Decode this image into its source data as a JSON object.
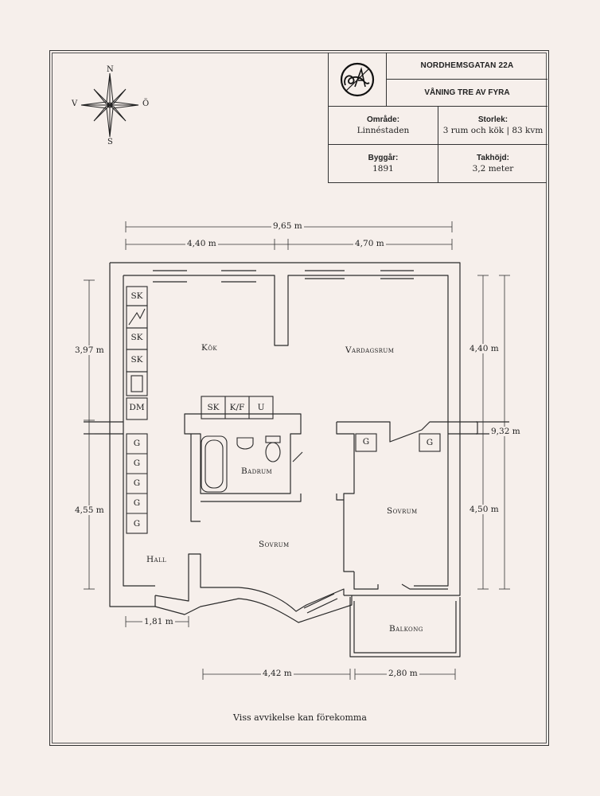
{
  "title_block": {
    "address": "NORDHEMSGATAN 22A",
    "floor": "VÅNING TRE AV FYRA",
    "area_label": "Område:",
    "area_value": "Linnéstaden",
    "size_label": "Storlek:",
    "size_value": "3 rum och kök | 83 kvm",
    "built_label": "Byggår:",
    "built_value": "1891",
    "ceiling_label": "Takhöjd:",
    "ceiling_value": "3,2 meter",
    "logo_icon": "monogram-logo"
  },
  "compass": {
    "n": "N",
    "s": "S",
    "w": "V",
    "e": "Ö",
    "icon": "compass-rose-icon"
  },
  "rooms": {
    "kitchen": "Kök",
    "living": "Vardagsrum",
    "bathroom": "Badrum",
    "bedroom1": "Sovrum",
    "bedroom2": "Sovrum",
    "hall": "Hall",
    "balcony": "Balkong"
  },
  "fixtures": {
    "sk1": "SK",
    "sk2": "SK",
    "sk3": "SK",
    "dm": "DM",
    "sk4": "SK",
    "kf": "K/F",
    "u": "U",
    "g1": "G",
    "g2": "G",
    "g3": "G",
    "g4": "G",
    "g5": "G",
    "g6": "G",
    "g7": "G"
  },
  "dimensions": {
    "total_width": "9,65 m",
    "left_width": "4,40 m",
    "right_width": "4,70 m",
    "left_upper": "3,97 m",
    "left_lower": "4,55 m",
    "right_upper": "4,40 m",
    "right_lower": "4,50 m",
    "total_height": "9,32 m",
    "hall_width": "1,81 m",
    "bottom_mid": "4,42 m",
    "balcony_width": "2,80 m"
  },
  "disclaimer": "Viss avvikelse kan förekomma"
}
